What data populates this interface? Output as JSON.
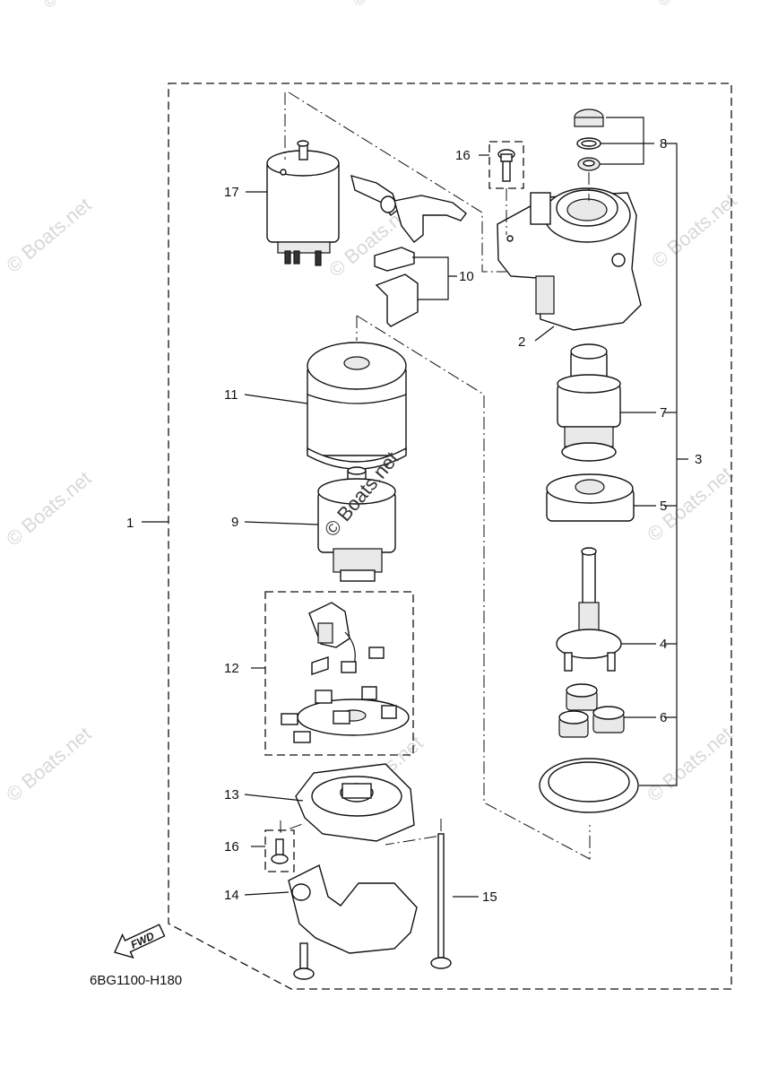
{
  "diagram": {
    "code": "6BG1100-H180",
    "fwd_label": "FWD",
    "watermark_text": "© Boats.net",
    "callouts": {
      "c1": "1",
      "c2": "2",
      "c3": "3",
      "c4": "4",
      "c5": "5",
      "c6": "6",
      "c7": "7",
      "c8": "8",
      "c9": "9",
      "c10": "10",
      "c11": "11",
      "c12": "12",
      "c13": "13",
      "c14": "14",
      "c15": "15",
      "c16a": "16",
      "c16b": "16",
      "c17": "17"
    }
  }
}
